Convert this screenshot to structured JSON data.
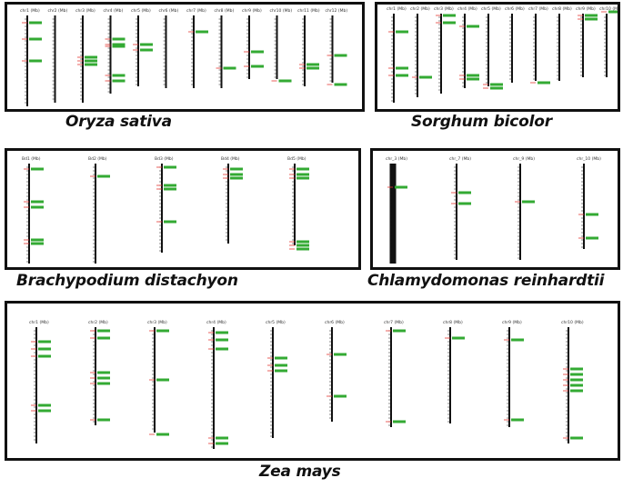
{
  "colors": {
    "chromosome": "#111111",
    "gene_label": "#33aa33",
    "marker": "#e53935",
    "frame": "#111111"
  },
  "panels": [
    {
      "id": "oryza",
      "species": "Oryza sativa",
      "unit": "(Mb)",
      "chromosomes": [
        "chr1",
        "chr2",
        "chr3",
        "chr4",
        "chr5",
        "chr6",
        "chr7",
        "chr8",
        "chr9",
        "chr10",
        "chr11",
        "chr12"
      ]
    },
    {
      "id": "sorghum",
      "species": "Sorghum bicolor",
      "unit": "(Mb)",
      "chromosomes": [
        "chr1",
        "chr2",
        "chr3",
        "chr4",
        "chr5",
        "chr6",
        "chr7",
        "chr8",
        "chr9",
        "chr10"
      ]
    },
    {
      "id": "brachy",
      "species": "Brachypodium distachyon",
      "unit": "(Mb)",
      "chromosomes": [
        "Bd1",
        "Bd2",
        "Bd3",
        "Bd4",
        "Bd5"
      ]
    },
    {
      "id": "chlamy",
      "species": "Chlamydomonas reinhardtii",
      "unit": "(Mb)",
      "chromosomes": [
        "chr_3",
        "chr_7",
        "chr_9",
        "chr_10"
      ]
    },
    {
      "id": "zea",
      "species": "Zea mays",
      "unit": "(Mb)",
      "chromosomes": [
        "chr1",
        "chr2",
        "chr3",
        "chr4",
        "chr5",
        "chr6",
        "chr7",
        "chr8",
        "chr9",
        "chr10"
      ]
    }
  ]
}
